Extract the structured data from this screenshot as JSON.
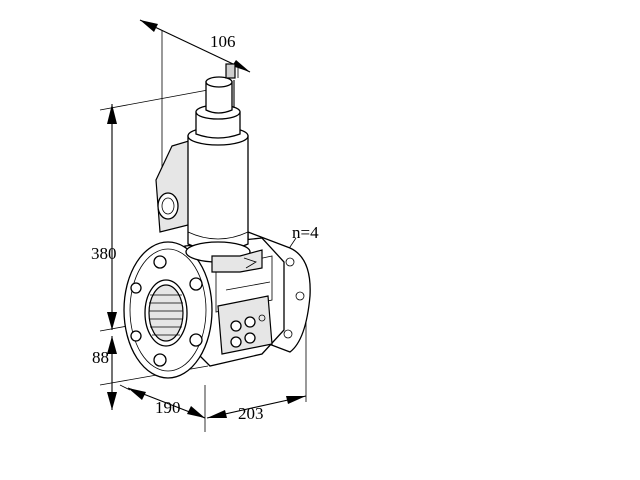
{
  "dimensions": {
    "top_width": "106",
    "height_total": "380",
    "height_lower": "88",
    "depth": "190",
    "width": "203",
    "bolt_count": "n=4"
  },
  "colors": {
    "line": "#000000",
    "fill": "#ffffff",
    "shade": "#e6e6e6"
  }
}
